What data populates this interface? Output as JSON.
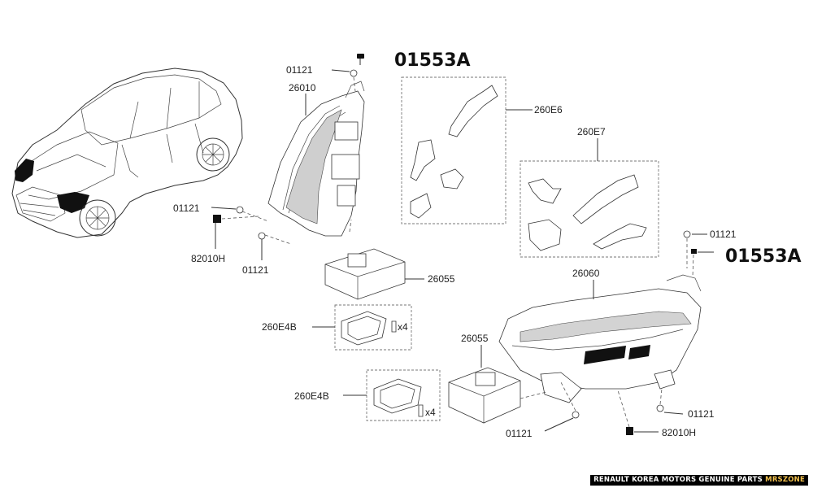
{
  "labels": {
    "l01121_a": "01121",
    "l26010": "26010",
    "l01553A_a": "01553A",
    "l260E6": "260E6",
    "l260E7": "260E7",
    "l01121_b": "01121",
    "l82010H_a": "82010H",
    "l01121_c": "01121",
    "l26055_a": "26055",
    "l260E4B_a": "260E4B",
    "x4_a": "x4",
    "l01121_d": "01121",
    "l01553A_b": "01553A",
    "l26060": "26060",
    "l26055_b": "26055",
    "l260E4B_b": "260E4B",
    "x4_b": "x4",
    "l01121_e": "01121",
    "l01121_f": "01121",
    "l82010H_b": "82010H"
  },
  "footer": {
    "main": "RENAULT KOREA MOTORS GENUINE PARTS",
    "brand": "MRSZONE"
  },
  "colors": {
    "accent": "#f2c14e",
    "line": "#333333"
  }
}
